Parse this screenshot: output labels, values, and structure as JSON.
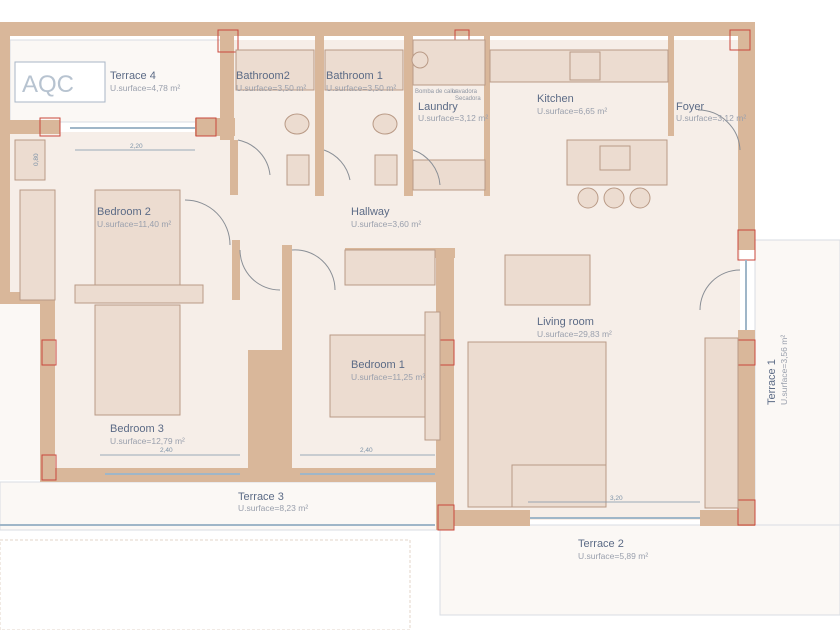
{
  "plan": {
    "rooms": [
      {
        "name": "Terrace 4",
        "area": "U.surface=4,78 m²"
      },
      {
        "name": "Bathroom2",
        "area": "U.surface=3,50 m²"
      },
      {
        "name": "Bathroom 1",
        "area": "U.surface=3,50 m²"
      },
      {
        "name": "Laundry",
        "area": "U.surface=3,12 m²"
      },
      {
        "name": "Kitchen",
        "area": "U.surface=6,65 m²"
      },
      {
        "name": "Foyer",
        "area": "U.surface=3,12 m²"
      },
      {
        "name": "Bedroom 2",
        "area": "U.surface=11,40 m²"
      },
      {
        "name": "Hallway",
        "area": "U.surface=3,60 m²"
      },
      {
        "name": "Living room",
        "area": "U.surface=29,83 m²"
      },
      {
        "name": "Bedroom 1",
        "area": "U.surface=11,25 m²"
      },
      {
        "name": "Bedroom 3",
        "area": "U.surface=12,79 m²"
      },
      {
        "name": "Terrace 3",
        "area": "U.surface=8,23 m²"
      },
      {
        "name": "Terrace 2",
        "area": "U.surface=5,89 m²"
      },
      {
        "name": "Terrace 1",
        "area": "U.surface=3,56 m²"
      }
    ],
    "appliance_labels": {
      "heat_pump": "Bomba de calor",
      "washer": "Lavadora",
      "dryer": "Secadora"
    },
    "dimensions": [
      "2,20",
      "0,80",
      "2,40",
      "2,40",
      "3,20"
    ],
    "pool_label": "AQC",
    "colors": {
      "wall": "#d9b79a",
      "floor": "#f6eee8",
      "label": "#5c6b86"
    }
  }
}
